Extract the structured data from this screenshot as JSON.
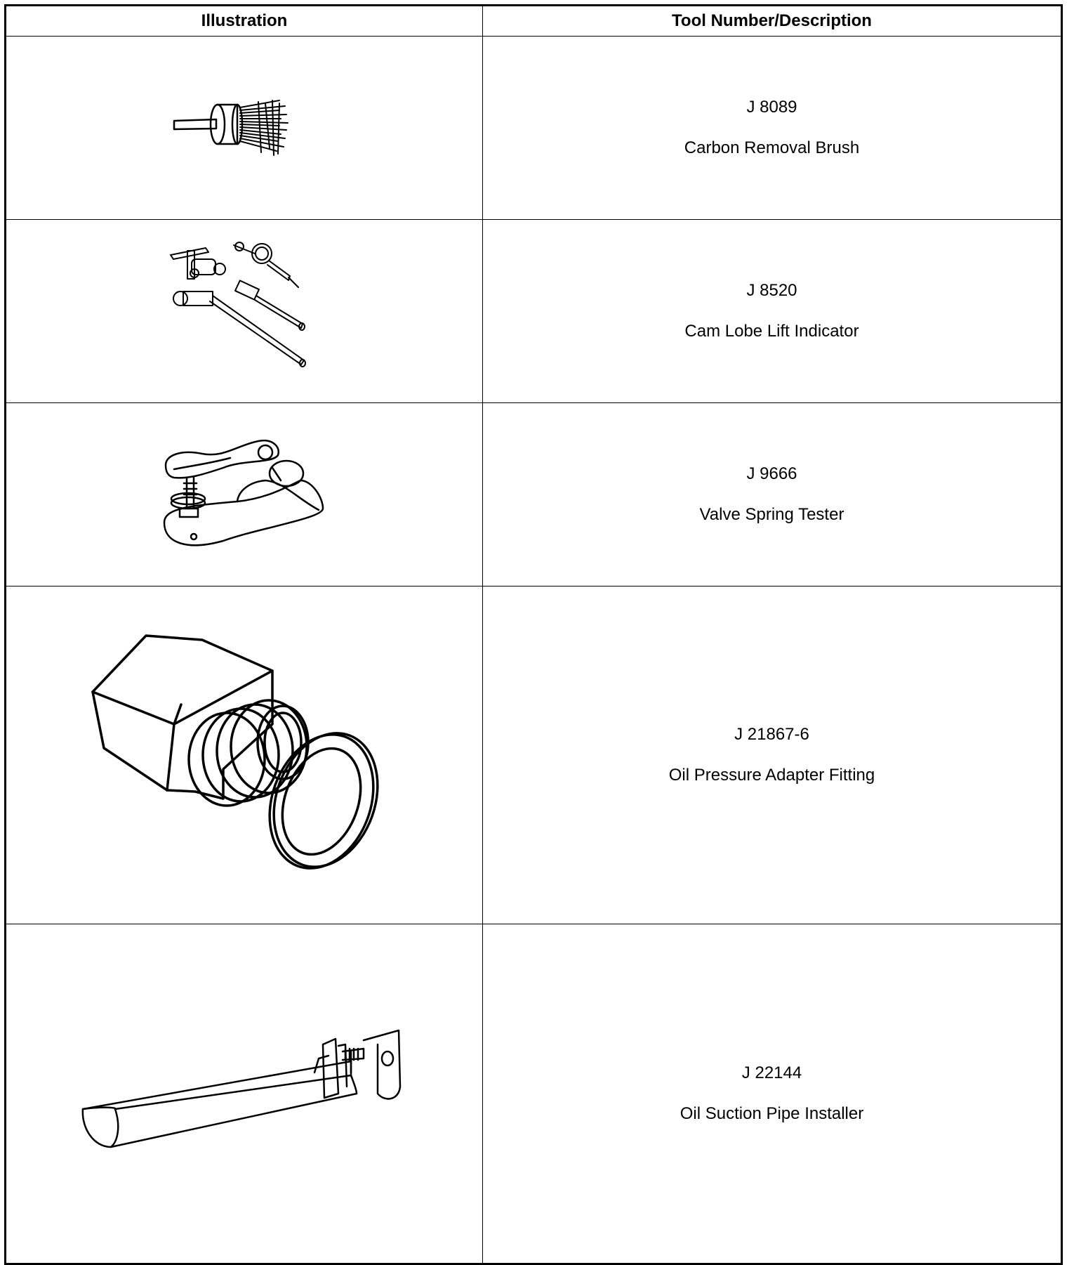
{
  "table": {
    "headers": {
      "illustration": "Illustration",
      "tool": "Tool Number/Description"
    },
    "rows": [
      {
        "number": "J 8089",
        "description": "Carbon Removal Brush",
        "icon": "carbon-removal-brush"
      },
      {
        "number": "J 8520",
        "description": "Cam Lobe Lift Indicator",
        "icon": "cam-lobe-lift-indicator"
      },
      {
        "number": "J 9666",
        "description": "Valve Spring Tester",
        "icon": "valve-spring-tester"
      },
      {
        "number": "J 21867-6",
        "description": "Oil Pressure Adapter Fitting",
        "icon": "oil-pressure-adapter-fitting"
      },
      {
        "number": "J 22144",
        "description": "Oil Suction Pipe Installer",
        "icon": "oil-suction-pipe-installer"
      }
    ]
  }
}
